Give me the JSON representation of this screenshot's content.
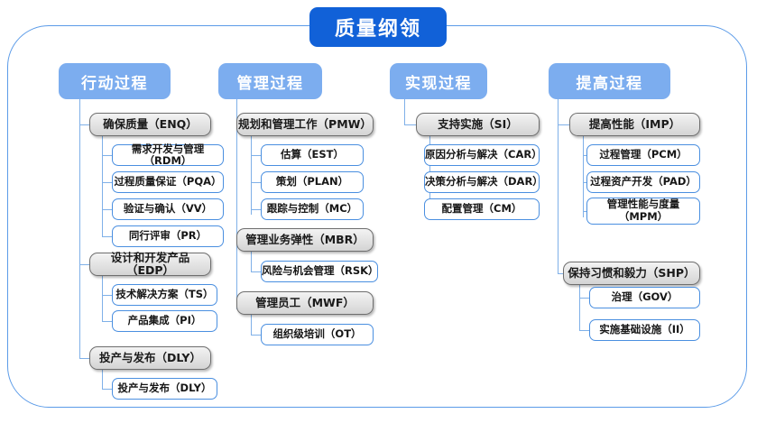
{
  "title": "质量纲领",
  "colors": {
    "title_blue": "#1161D8",
    "header_blue": "#7CADEF",
    "frame_blue": "#5B9BE8",
    "connector_blue": "#7FB0E8",
    "leaf_border": "#4A8FE0",
    "group_gray": "#e2e2e2"
  },
  "columns": [
    {
      "header": "行动过程",
      "groups": [
        {
          "label": "确保质量（ENQ）",
          "children": [
            "需求开发与管理（RDM）",
            "过程质量保证（PQA）",
            "验证与确认（VV）",
            "同行评审（PR）"
          ]
        },
        {
          "label": "设计和开发产品（EDP）",
          "children": [
            "技术解决方案（TS）",
            "产品集成（PI）"
          ]
        },
        {
          "label": "投产与发布（DLY）",
          "children": [
            "投产与发布（DLY）"
          ]
        }
      ]
    },
    {
      "header": "管理过程",
      "groups": [
        {
          "label": "规划和管理工作（PMW）",
          "children": [
            "估算（EST）",
            "策划（PLAN）",
            "跟踪与控制（MC）"
          ]
        },
        {
          "label": "管理业务弹性（MBR）",
          "children": [
            "风险与机会管理（RSK）"
          ]
        },
        {
          "label": "管理员工（MWF）",
          "children": [
            "组织级培训（OT）"
          ]
        }
      ]
    },
    {
      "header": "实现过程",
      "groups": [
        {
          "label": "支持实施（SI）",
          "children": [
            "原因分析与解决（CAR）",
            "决策分析与解决（DAR）",
            "配置管理（CM）"
          ]
        }
      ]
    },
    {
      "header": "提高过程",
      "groups": [
        {
          "label": "提高性能（IMP）",
          "children": [
            "过程管理（PCM）",
            "过程资产开发（PAD）",
            "管理性能与度量（MPM）"
          ]
        },
        {
          "label": "保持习惯和毅力（SHP）",
          "children": [
            "治理（GOV）",
            "实施基础设施（II）"
          ]
        }
      ]
    }
  ]
}
